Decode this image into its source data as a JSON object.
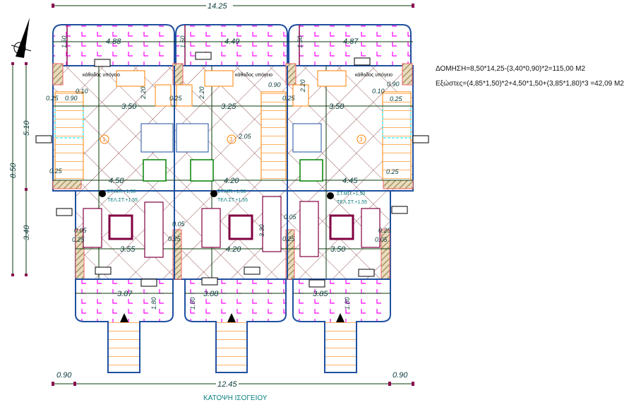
{
  "drawing": {
    "title": "ΚΑΤΟΨΗ ΙΣΟΓΕΙΟΥ",
    "coverage_formula": "ΔΟΜΗΣΗ=8,50*14,25-(3,40*0,90)*2=115,00 Μ2",
    "balconies_formula": "Εξώστες=(4,85*1,50)*2+4,50*1,50+(3,85*1,80)*3 =42,09 Μ2"
  },
  "dimensions": {
    "total_width_top": "14.25",
    "total_width_bottom": "12.45",
    "side_offset_left": "0.90",
    "side_offset_right": "0.90",
    "total_depth": "8.50",
    "upper_depth": "5.10",
    "lower_depth": "3.40",
    "top_balcony_widths": [
      "4.88",
      "4.49",
      "4.87"
    ],
    "top_balcony_depth": "1.50",
    "kitchen_widths": [
      "3.50",
      "3.25",
      "3.50"
    ],
    "dining_widths": [
      "4.50",
      "4.20",
      "4.45"
    ],
    "living_widths": [
      "3.55",
      "4.20",
      "3.50"
    ],
    "front_balcony_widths": [
      "3.87",
      "3.88",
      "3.85"
    ],
    "front_balcony_depth": "1.80",
    "wall_025": "0.25",
    "wall_005": "0.05",
    "stair_090": "0.90",
    "stair_010": "0.10",
    "height_330": "3.30",
    "height_205": "2.05",
    "height_220": "2.20"
  },
  "units": [
    {
      "number": "1",
      "stair_label": "κάθοδος υπόγειο",
      "level_stair": "ΣΤ.ΜΠ.+1,50",
      "level_floor": "ΤΕΛ.ΣΤ.+1,55"
    },
    {
      "number": "2",
      "stair_label": "κάθοδος υπόγειο",
      "level_stair": "ΣΤ.ΜΠ.+1,50",
      "level_floor": "ΤΕΛ.ΣΤ.+1,55"
    },
    {
      "number": "3",
      "stair_label": "κάθοδος υπόγειο",
      "level_stair": "ΣΤ.ΜΠ.+1,50",
      "level_floor": "ΤΕΛ.ΣΤ.+1,55"
    }
  ],
  "colors": {
    "wall": "#1f4fa0",
    "dim_line": "#0a3a0a",
    "dim_tick": "#8a1050",
    "tile": "#7a2a2a",
    "balcony": "#ff00ff",
    "furniture": "#800040",
    "kitchen": "#ff8000",
    "stair_cyan": "#00e0ff",
    "door": "#50a890",
    "hatch": "#a08850"
  },
  "icons": {
    "north": "north-arrow-icon",
    "entry": "entry-arrow-icon",
    "window_tag": "window-tag-icon"
  }
}
